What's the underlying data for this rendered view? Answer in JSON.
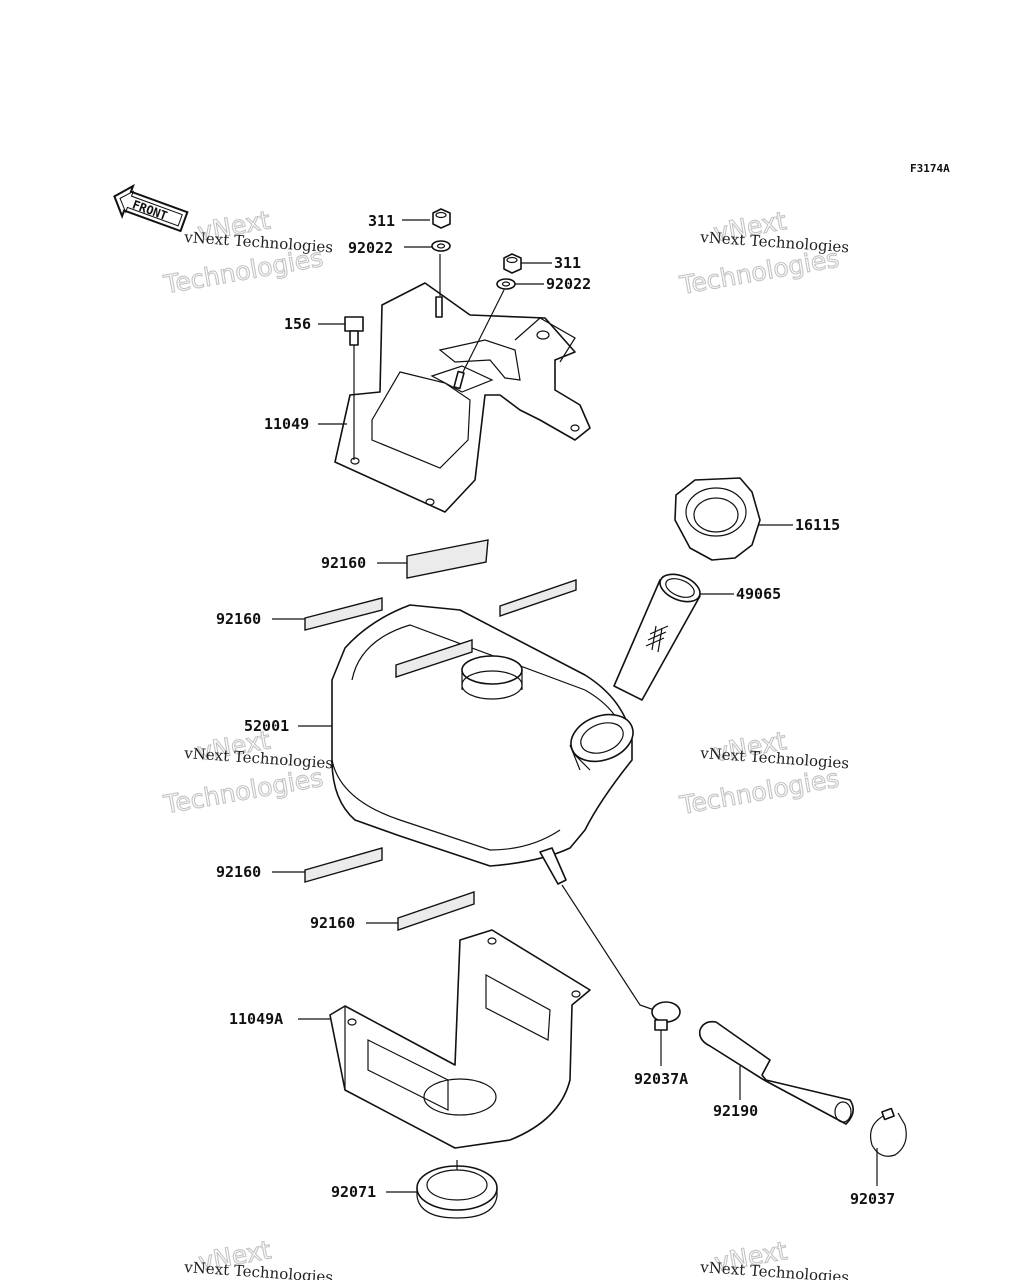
{
  "diagram": {
    "code": "F3174A",
    "front_label": "FRONT",
    "watermark": {
      "line1": "vNext Technologies",
      "line2": "vNext",
      "line3": "Technologies"
    },
    "parts": [
      {
        "id": "nut-311-a",
        "label": "311"
      },
      {
        "id": "washer-92022-a",
        "label": "92022"
      },
      {
        "id": "nut-311-b",
        "label": "311"
      },
      {
        "id": "washer-92022-b",
        "label": "92022"
      },
      {
        "id": "bolt-156",
        "label": "156"
      },
      {
        "id": "bracket-11049",
        "label": "11049"
      },
      {
        "id": "cap-16115",
        "label": "16115"
      },
      {
        "id": "strainer-49065",
        "label": "49065"
      },
      {
        "id": "pad-92160-a",
        "label": "92160"
      },
      {
        "id": "pad-92160-b",
        "label": "92160"
      },
      {
        "id": "tank-52001",
        "label": "52001"
      },
      {
        "id": "pad-92160-c",
        "label": "92160"
      },
      {
        "id": "pad-92160-d",
        "label": "92160"
      },
      {
        "id": "bracket-11049A",
        "label": "11049A"
      },
      {
        "id": "clamp-92037A",
        "label": "92037A"
      },
      {
        "id": "hose-92190",
        "label": "92190"
      },
      {
        "id": "clamp-92037",
        "label": "92037"
      },
      {
        "id": "grommet-92071",
        "label": "92071"
      }
    ]
  }
}
